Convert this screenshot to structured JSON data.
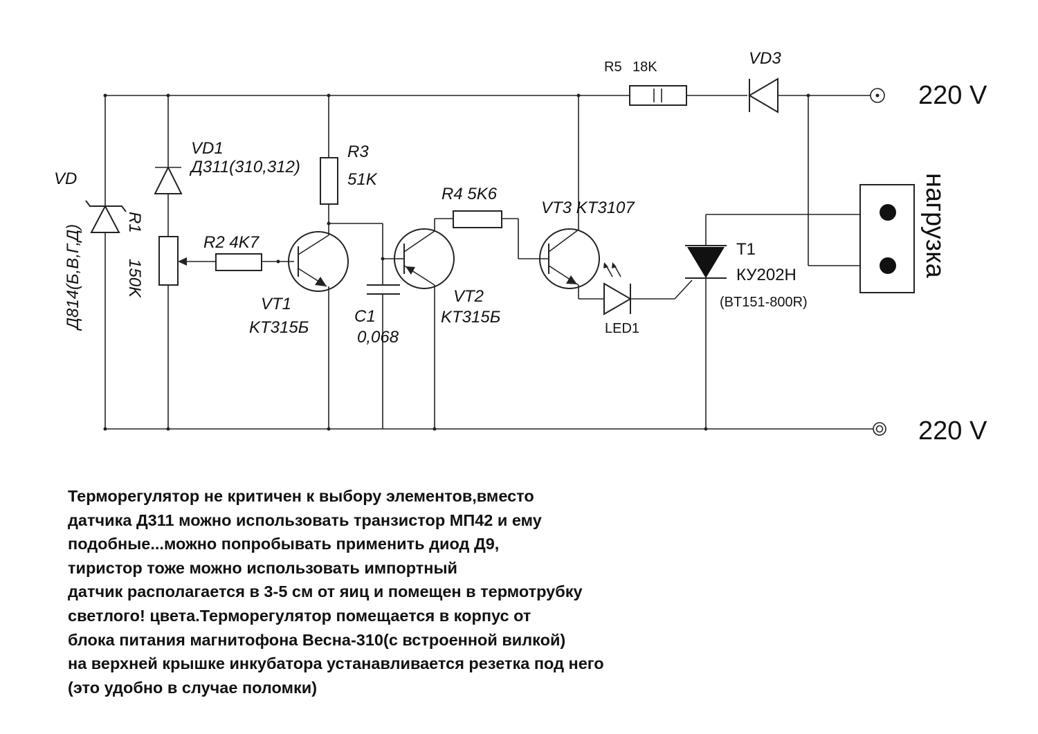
{
  "labels": {
    "vd": "VD",
    "vd_type": "Д814(Б,В,Г,Д)",
    "vd1": "VD1",
    "vd1_type": "Д311(310,312)",
    "r1": "R1",
    "r1_val": "150K",
    "r2": "R2 4K7",
    "r3": "R3",
    "r3_val": "51K",
    "vt1": "VT1",
    "vt1_type": "KT315Б",
    "c1": "C1",
    "c1_val": "0,068",
    "r4": "R4 5K6",
    "vt2": "VT2",
    "vt2_type": "KT315Б",
    "vt3": "VT3 KT3107",
    "led1": "LED1",
    "r5": "R5",
    "r5_val": "18K",
    "vd3": "VD3",
    "t1": "T1",
    "t1_type": "КУ202Н",
    "t1_alt": "(BT151-800R)",
    "load": "нагрузка",
    "v_top": "220 V",
    "v_bottom": "220 V"
  },
  "note_lines": [
    "Терморегулятор не критичен к выбору элементов,вместо",
    "датчика Д311 можно использовать транзистор МП42 и ему",
    "подобные...можно попробывать применить диод Д9,",
    "тиристор тоже можно использовать импортный",
    "датчик располагается в 3-5 см от яиц и помещен в термотрубку",
    "светлого! цвета.Терморегулятор помещается в корпус от",
    "блока питания магнитофона Весна-310(с встроенной вилкой)",
    "на верхней крышке инкубатора устанавливается резетка под него",
    "(это удобно в случае поломки)"
  ]
}
